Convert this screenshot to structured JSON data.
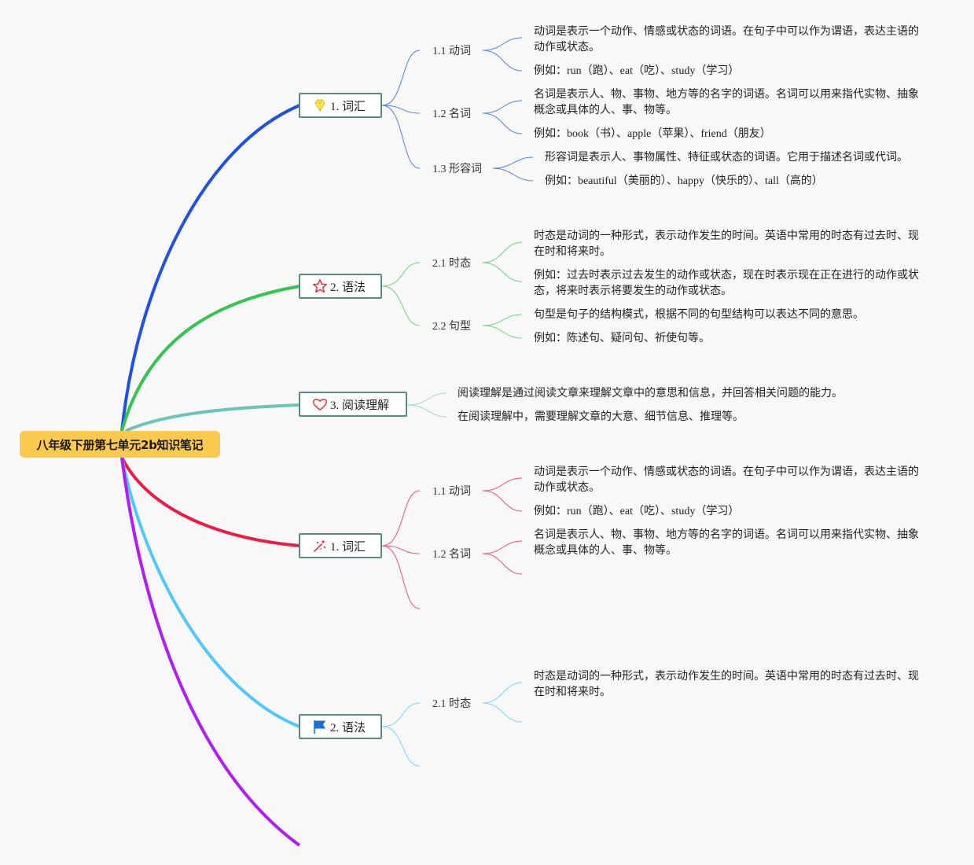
{
  "root": {
    "title": "八年级下册第七单元2b知识笔记"
  },
  "colors": {
    "blue": "#1f50e0",
    "green": "#36c450",
    "teal": "#6cc3b8",
    "red": "#ee1a44",
    "cyan": "#52c8f8",
    "purple": "#b01ff0",
    "thin_blue": "#4f7fe8",
    "thin_green": "#6cd478",
    "thin_teal": "#9bd7cf",
    "thin_red": "#ee5070",
    "thin_cyan": "#7ad4f8"
  },
  "topics": [
    {
      "label": "1. 词汇",
      "icon": "diamond-icon",
      "subs": [
        {
          "label": "1.1 动词",
          "leaves": [
            "动词是表示一个动作、情感或状态的词语。在句子中可以作为谓语，表达主语的动作或状态。",
            "例如：run（跑）、eat（吃）、study（学习）"
          ]
        },
        {
          "label": "1.2 名词",
          "leaves": [
            "名词是表示人、物、事物、地方等的名字的词语。名词可以用来指代实物、抽象概念或具体的人、事、物等。",
            "例如：book（书）、apple（苹果）、friend（朋友）"
          ]
        },
        {
          "label": "1.3 形容词",
          "leaves": [
            "形容词是表示人、事物属性、特征或状态的词语。它用于描述名词或代词。",
            "例如：beautiful（美丽的）、happy（快乐的）、tall（高的）"
          ]
        }
      ]
    },
    {
      "label": "2. 语法",
      "icon": "star-icon",
      "subs": [
        {
          "label": "2.1 时态",
          "leaves": [
            "时态是动词的一种形式，表示动作发生的时间。英语中常用的时态有过去时、现在时和将来时。",
            "例如：过去时表示过去发生的动作或状态，现在时表示现在正在进行的动作或状态，将来时表示将要发生的动作或状态。"
          ]
        },
        {
          "label": "2.2 句型",
          "leaves": [
            "句型是句子的结构模式，根据不同的句型结构可以表达不同的意思。",
            "例如：陈述句、疑问句、祈使句等。"
          ]
        }
      ]
    },
    {
      "label": "3. 阅读理解",
      "icon": "heart-icon",
      "leaves": [
        "阅读理解是通过阅读文章来理解文章中的意思和信息，并回答相关问题的能力。",
        "在阅读理解中，需要理解文章的大意、细节信息、推理等。"
      ]
    },
    {
      "label": "1. 词汇",
      "icon": "sparkles-icon",
      "subs": [
        {
          "label": "1.1 动词",
          "leaves": [
            "动词是表示一个动作、情感或状态的词语。在句子中可以作为谓语，表达主语的动作或状态。",
            "例如：run（跑）、eat（吃）、study（学习）"
          ]
        },
        {
          "label": "1.2 名词",
          "leaves": [
            "名词是表示人、物、事物、地方等的名字的词语。名词可以用来指代实物、抽象概念或具体的人、事、物等。"
          ]
        }
      ]
    },
    {
      "label": "2. 语法",
      "icon": "flag-icon",
      "subs": [
        {
          "label": "2.1 时态",
          "leaves": [
            "时态是动词的一种形式，表示动作发生的时间。英语中常用的时态有过去时、现在时和将来时。"
          ]
        }
      ]
    }
  ]
}
